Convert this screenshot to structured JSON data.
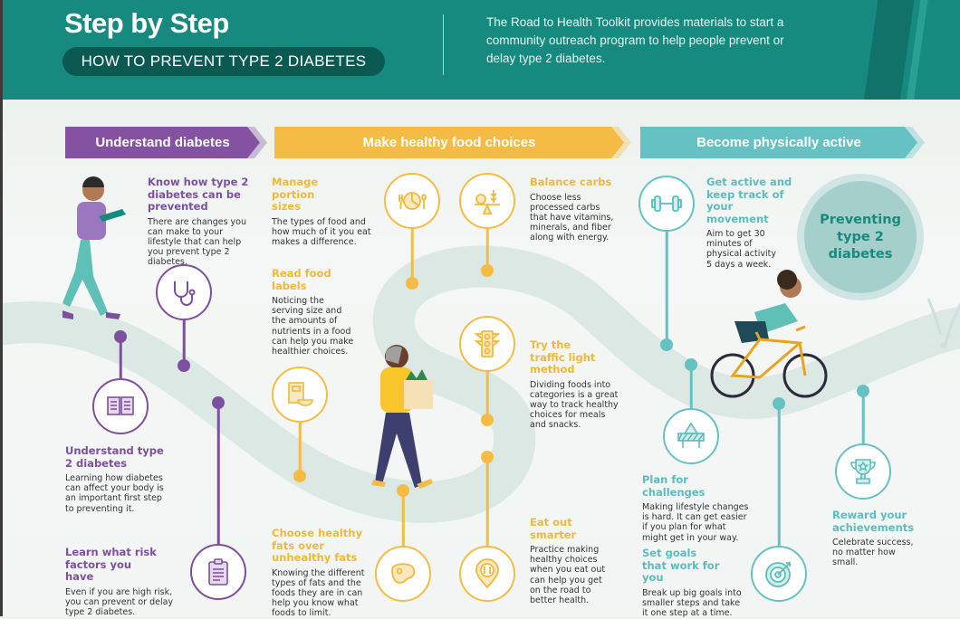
{
  "header": {
    "title": "Step by Step",
    "subtitle": "HOW TO PREVENT TYPE 2 DIABETES",
    "intro": "The Road to Health Toolkit provides materials to start a community outreach program to help people prevent or delay type 2 diabetes."
  },
  "colors": {
    "purple": "#7e4f9e",
    "yellow": "#f5bc45",
    "teal": "#66c2c2",
    "header": "#168a7e"
  },
  "sections": {
    "understand": {
      "label": "Understand diabetes",
      "steps": [
        {
          "title": "Know how type 2 diabetes can be prevented",
          "body": "There are changes you can make to your lifestyle that can help you prevent type 2 diabetes.",
          "icon": "stethoscope-icon"
        },
        {
          "title": "Understand type 2 diabetes",
          "body": "Learning how diabetes can affect your body is an important first step to preventing it.",
          "icon": "book-icon"
        },
        {
          "title": "Learn what risk factors you have",
          "body": "Even if you are high risk, you can prevent or delay type 2 diabetes.",
          "icon": "clipboard-icon"
        }
      ]
    },
    "food": {
      "label": "Make healthy food choices",
      "steps": [
        {
          "title": "Manage portion sizes",
          "body": "The types of food and how much of it you eat makes a difference.",
          "icon": "plate-icon"
        },
        {
          "title": "Read food labels",
          "body": "Noticing the serving size and the amounts of nutrients in a food can help you make healthier choices.",
          "icon": "food-label-icon"
        },
        {
          "title": "Choose healthy fats over unhealthy fats",
          "body": "Knowing the different types of fats and the foods they are in can help you know what foods to limit.",
          "icon": "steak-icon"
        },
        {
          "title": "Balance carbs",
          "body": "Choose less processed carbs that have vitamins, minerals, and fiber along with energy.",
          "icon": "balance-scale-icon"
        },
        {
          "title": "Try the traffic light method",
          "body": "Dividing foods into categories is a great way to track healthy choices for meals and snacks.",
          "icon": "traffic-light-icon"
        },
        {
          "title": "Eat out smarter",
          "body": "Practice making healthy choices when you eat out can help you get on the road to better health.",
          "icon": "restaurant-pin-icon"
        }
      ]
    },
    "active": {
      "label": "Become physically active",
      "steps": [
        {
          "title": "Get active and keep track of your movement",
          "body": "Aim to get 30 minutes of physical activity 5 days a week.",
          "icon": "dumbbell-icon"
        },
        {
          "title": "Plan for challenges",
          "body": "Making lifestyle changes is hard. It can get easier if you plan for what might get in your way.",
          "icon": "barrier-icon"
        },
        {
          "title": "Set goals that work for you",
          "body": "Break up big goals into smaller steps and take it one step at a time.",
          "icon": "target-icon"
        },
        {
          "title": "Reward your achievements",
          "body": "Celebrate success, no matter how small.",
          "icon": "trophy-icon"
        }
      ]
    }
  },
  "goal_badge": "Preventing type 2 diabetes"
}
